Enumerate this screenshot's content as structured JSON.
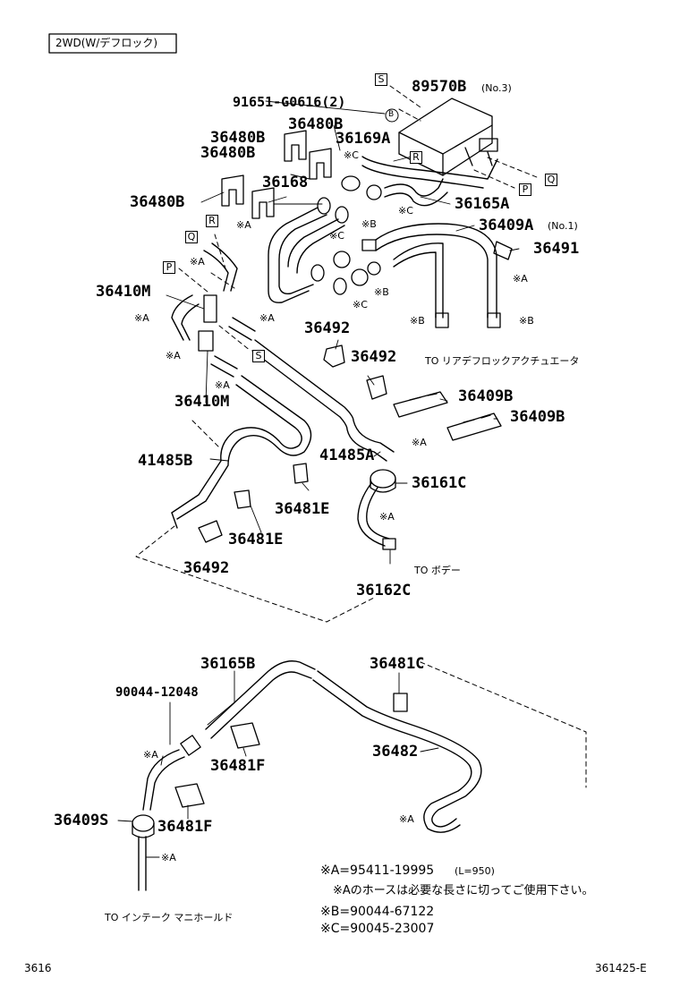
{
  "header_tag": "2WD(W/デフロック)",
  "parts": {
    "p89570b": "89570B",
    "p89570b_suffix": "(No.3)",
    "p91651": "91651-G0616(2)",
    "p36480b_1": "36480B",
    "p36480b_2": "36480B",
    "p36480b_3": "36480B",
    "p36480b_4": "36480B",
    "p36169a": "36169A",
    "p36168": "36168",
    "p36165a": "36165A",
    "p36409a": "36409A",
    "p36409a_suffix": "(No.1)",
    "p36491": "36491",
    "p36410m_1": "36410M",
    "p36410m_2": "36410M",
    "p36492_1": "36492",
    "p36492_2": "36492",
    "p36492_3": "36492",
    "p36409b_1": "36409B",
    "p36409b_2": "36409B",
    "p41485a": "41485A",
    "p41485b": "41485B",
    "p36161c": "36161C",
    "p36481e_1": "36481E",
    "p36481e_2": "36481E",
    "p36162c": "36162C",
    "p36165b": "36165B",
    "p36481c": "36481C",
    "p90044_12048": "90044-12048",
    "p36482": "36482",
    "p36481f_1": "36481F",
    "p36481f_2": "36481F",
    "p36409s": "36409S"
  },
  "markers": {
    "ref_a": "※A",
    "ref_b": "※B",
    "ref_c": "※C",
    "circle_b": "B",
    "box_s": "S",
    "box_r": "R",
    "box_q": "Q",
    "box_p": "P"
  },
  "destinations": {
    "rear_diff_actuator": "TO リアデフロックアクチュエータ",
    "body": "TO ボデー",
    "intake_manifold": "TO インテーク マニホールド"
  },
  "legend": {
    "a_line": "※A=95411-19995",
    "a_length": "(L=950)",
    "a_note": "※Aのホースは必要な長さに切ってご使用下さい。",
    "b_line": "※B=90044-67122",
    "c_line": "※C=90045-23007"
  },
  "footer": {
    "page_code": "3616",
    "figure_code": "361425-E"
  }
}
